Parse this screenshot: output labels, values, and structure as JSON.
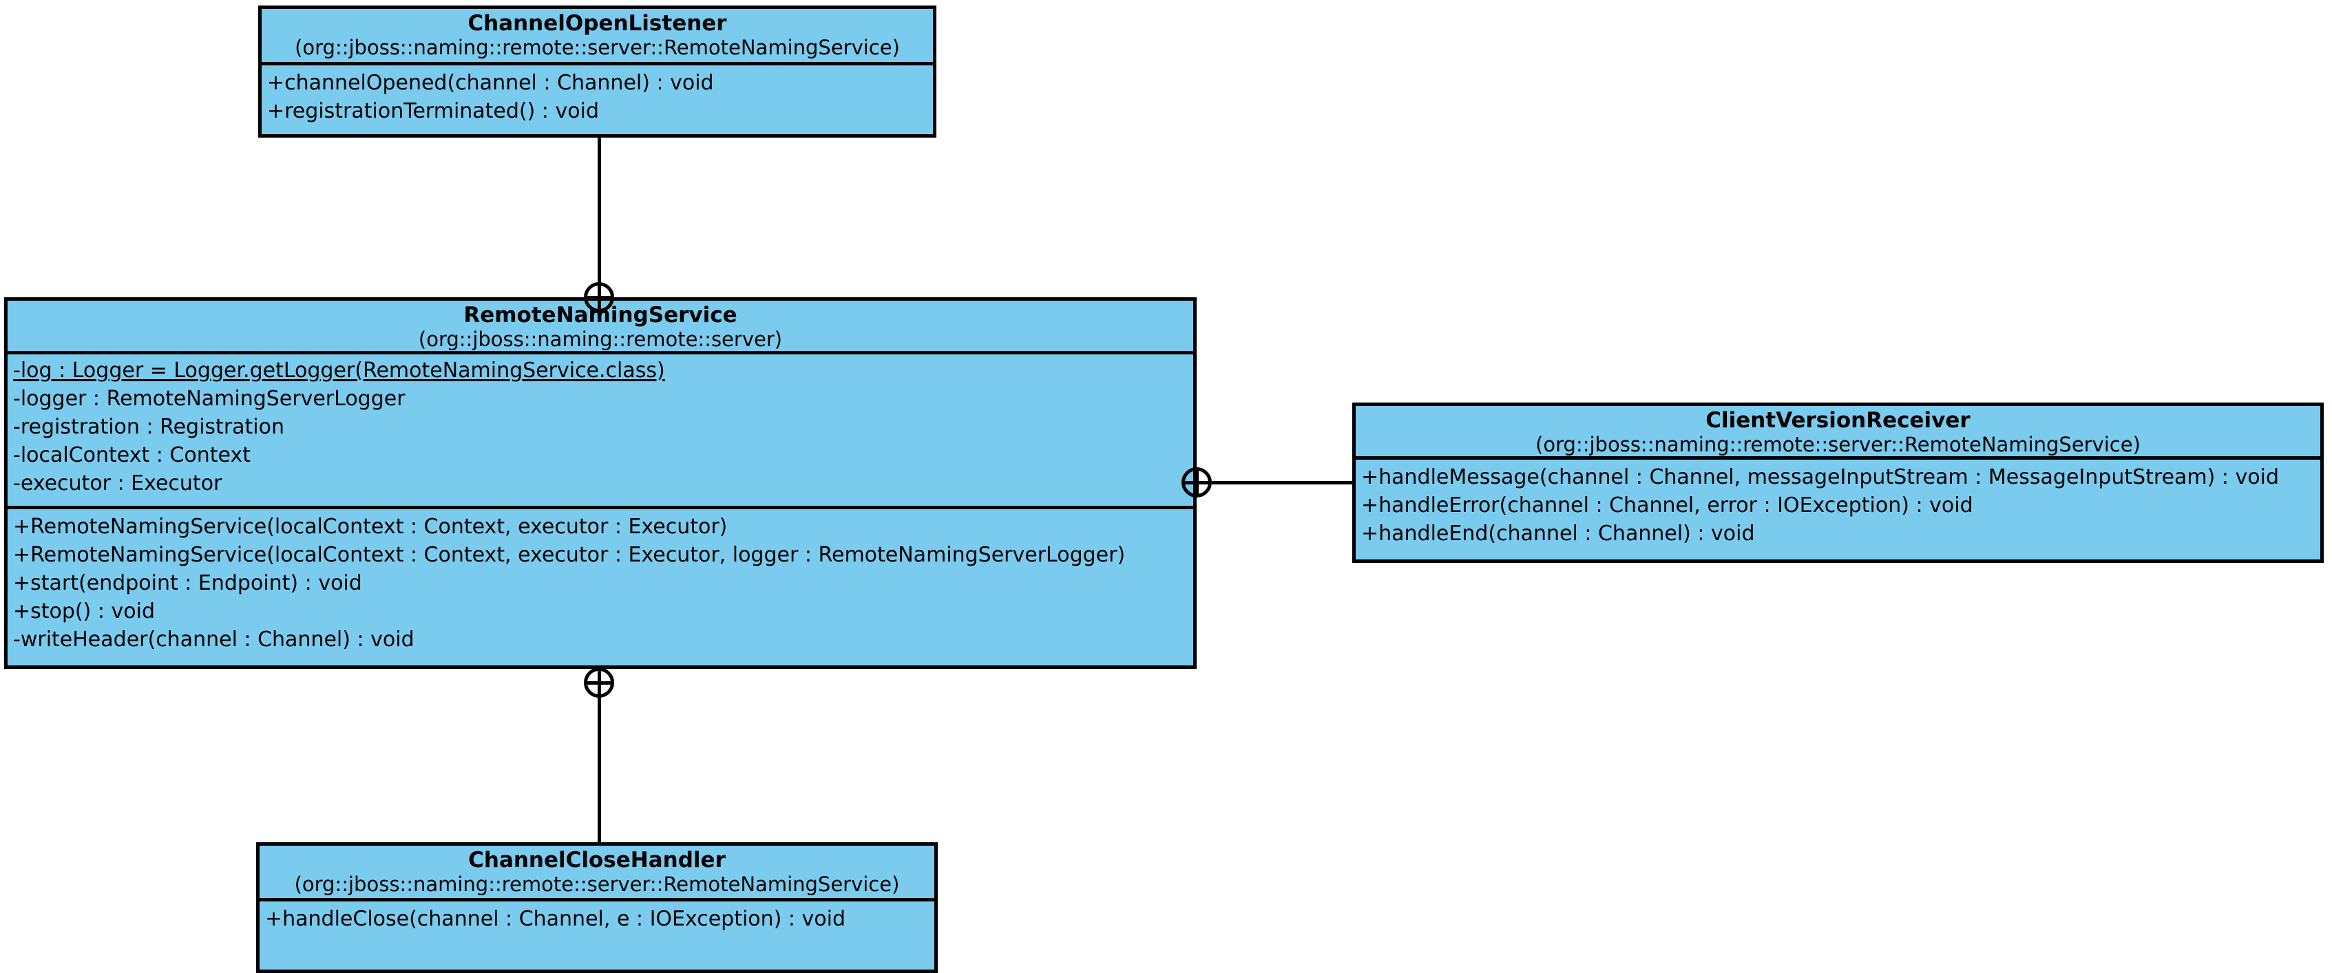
{
  "diagram": {
    "type": "uml-class-diagram",
    "title": "RemoteNamingService class diagram",
    "fill_color": "#7BCBEE",
    "border_color": "#000000",
    "background_color": "#FFFFFF",
    "relationship_notation": "containment (circled plus)"
  },
  "classes": [
    {
      "id": "channel-open-listener",
      "name": "ChannelOpenListener",
      "package": "(org::jboss::naming::remote::server::RemoteNamingService)",
      "attributes": [],
      "operations": [
        {
          "text": "+channelOpened(channel : Channel) : void",
          "static": false
        },
        {
          "text": "+registrationTerminated() : void",
          "static": false
        }
      ]
    },
    {
      "id": "remote-naming-service",
      "name": "RemoteNamingService",
      "package": "(org::jboss::naming::remote::server)",
      "attributes": [
        {
          "text": "-log : Logger = Logger.getLogger(RemoteNamingService.class)",
          "static": true
        },
        {
          "text": "-logger : RemoteNamingServerLogger",
          "static": false
        },
        {
          "text": "-registration : Registration",
          "static": false
        },
        {
          "text": "-localContext : Context",
          "static": false
        },
        {
          "text": "-executor : Executor",
          "static": false
        }
      ],
      "operations": [
        {
          "text": "+RemoteNamingService(localContext : Context, executor : Executor)",
          "static": false
        },
        {
          "text": "+RemoteNamingService(localContext : Context, executor : Executor, logger : RemoteNamingServerLogger)",
          "static": false
        },
        {
          "text": "+start(endpoint : Endpoint) : void",
          "static": false
        },
        {
          "text": "+stop() : void",
          "static": false
        },
        {
          "text": "-writeHeader(channel : Channel) : void",
          "static": false
        }
      ]
    },
    {
      "id": "client-version-receiver",
      "name": "ClientVersionReceiver",
      "package": "(org::jboss::naming::remote::server::RemoteNamingService)",
      "attributes": [],
      "operations": [
        {
          "text": "+handleMessage(channel : Channel, messageInputStream : MessageInputStream) : void",
          "static": false
        },
        {
          "text": "+handleError(channel : Channel, error : IOException) : void",
          "static": false
        },
        {
          "text": "+handleEnd(channel : Channel) : void",
          "static": false
        }
      ]
    },
    {
      "id": "channel-close-handler",
      "name": "ChannelCloseHandler",
      "package": "(org::jboss::naming::remote::server::RemoteNamingService)",
      "attributes": [],
      "operations": [
        {
          "text": "+handleClose(channel : Channel, e : IOException) : void",
          "static": false
        }
      ]
    }
  ],
  "relationships": [
    {
      "id": "rel-rns-channelopenlistener",
      "owner": "RemoteNamingService",
      "nested": "ChannelOpenListener",
      "kind": "containment"
    },
    {
      "id": "rel-rns-clientversionreceiver",
      "owner": "RemoteNamingService",
      "nested": "ClientVersionReceiver",
      "kind": "containment"
    },
    {
      "id": "rel-rns-channelclosehandler",
      "owner": "RemoteNamingService",
      "nested": "ChannelCloseHandler",
      "kind": "containment"
    }
  ]
}
